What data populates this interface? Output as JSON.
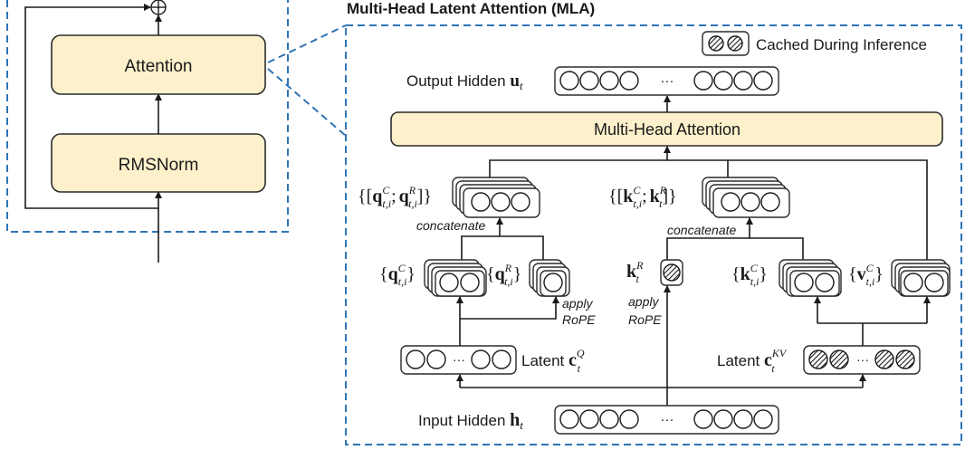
{
  "left_block": {
    "attention_label": "Attention",
    "rmsnorm_label": "RMSNorm"
  },
  "mla": {
    "title": "Multi-Head Latent Attention (MLA)",
    "legend_label": "Cached During Inference",
    "output": {
      "label": "Output Hidden",
      "symbol": "u",
      "subscript": "t"
    },
    "mha_label": "Multi-Head Attention",
    "query_concat": {
      "open": "{[",
      "q1": "q",
      "q1_sup": "C",
      "q1_sub": "t,i",
      "sep": ";",
      "q2": "q",
      "q2_sup": "R",
      "q2_sub": "t,i",
      "close": "]}"
    },
    "key_concat": {
      "open": "{[",
      "k1": "k",
      "k1_sup": "C",
      "k1_sub": "t,i",
      "sep": ";",
      "k2": "k",
      "k2_sup": "R",
      "k2_sub": "t",
      "close": "]}"
    },
    "concatenate_label": "concatenate",
    "qc": {
      "open": "{",
      "sym": "q",
      "sup": "C",
      "sub": "t,i",
      "close": "}"
    },
    "qr": {
      "open": "{",
      "sym": "q",
      "sup": "R",
      "sub": "t,i",
      "close": "}"
    },
    "kr": {
      "sym": "k",
      "sup": "R",
      "sub": "t"
    },
    "kc": {
      "open": "{",
      "sym": "k",
      "sup": "C",
      "sub": "t,i",
      "close": "}"
    },
    "vc": {
      "open": "{",
      "sym": "v",
      "sup": "C",
      "sub": "t,i",
      "close": "}"
    },
    "apply_label": "apply",
    "rope_label": "RoPE",
    "latent_q": {
      "label": "Latent",
      "sym": "c",
      "sup": "Q",
      "sub": "t"
    },
    "latent_kv": {
      "label": "Latent",
      "sym": "c",
      "sup": "KV",
      "sub": "t"
    },
    "input": {
      "label": "Input Hidden",
      "symbol": "h",
      "subscript": "t"
    },
    "ellipsis": "···"
  },
  "colors": {
    "box_fill": "#fdf1cc",
    "box_stroke": "#2b2b2b",
    "dash_blue": "#2f74b5",
    "line": "#1a1a1a"
  }
}
